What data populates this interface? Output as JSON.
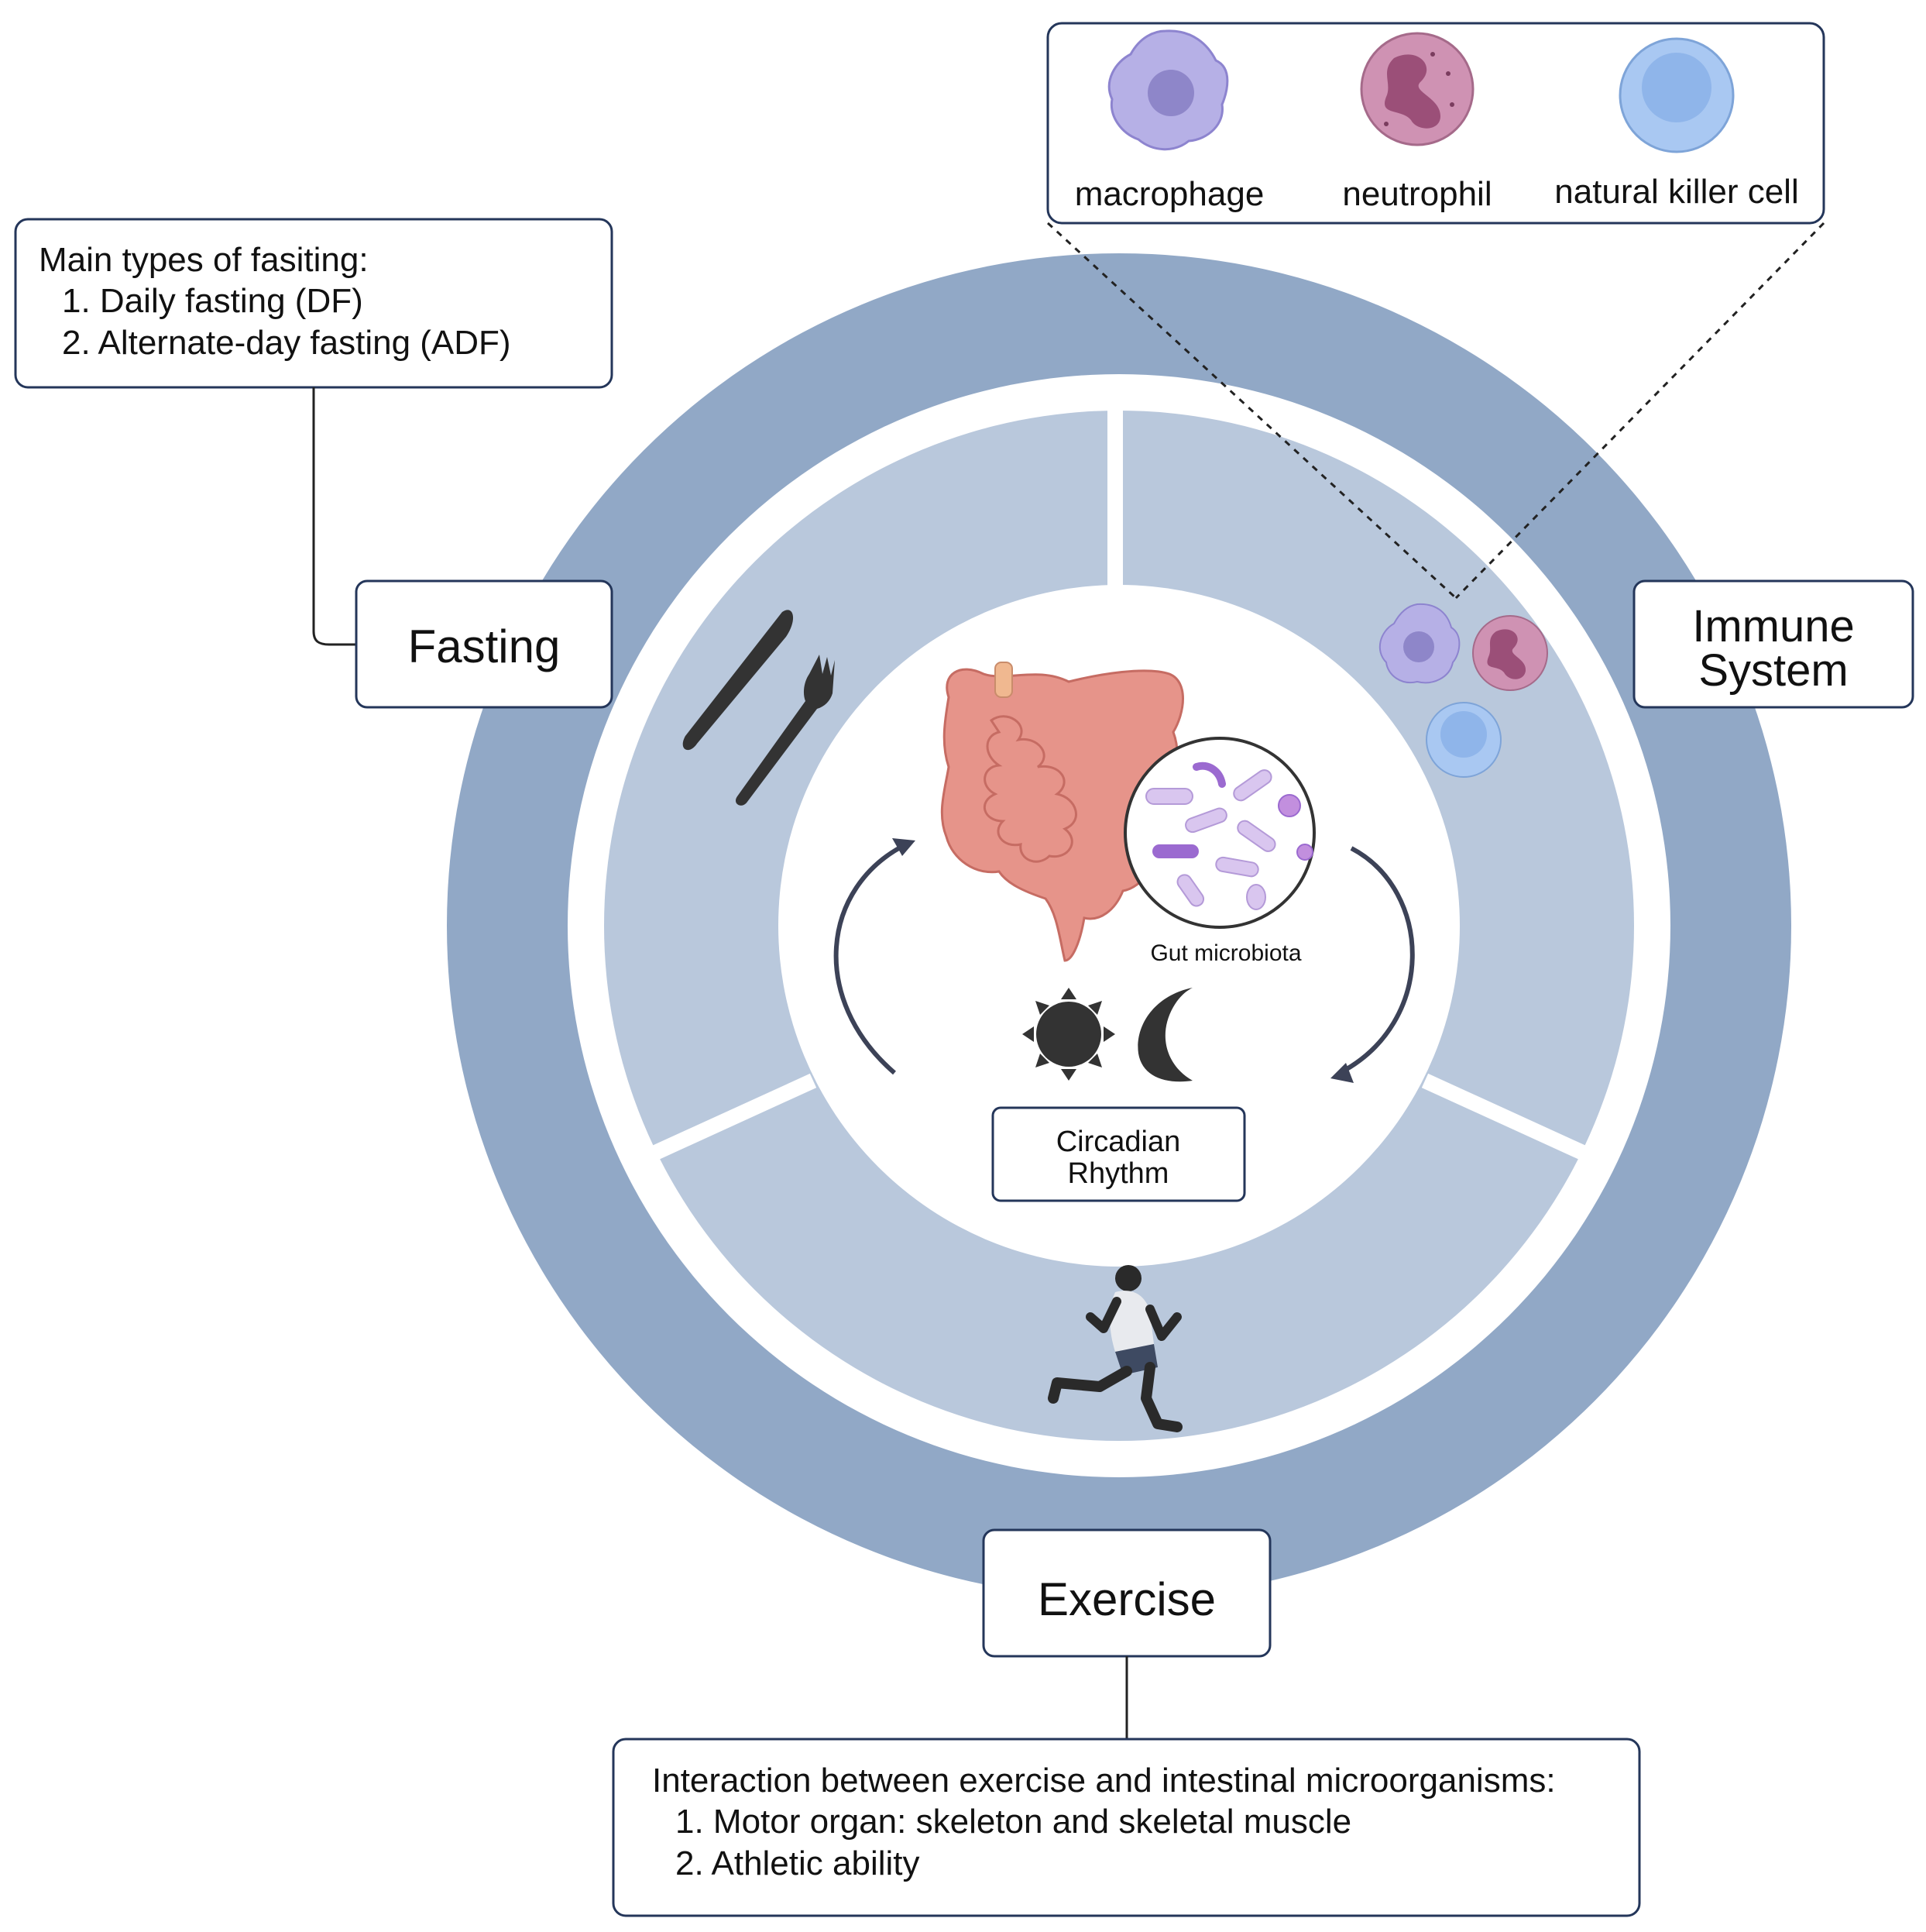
{
  "colors": {
    "outer_ring": "#91a8c6",
    "inner_ring": "#b9c8dc",
    "box_border": "#24365a",
    "macrophage": "#b6b0e6",
    "neutrophil": "#cf92b3",
    "nk_cell": "#a9c8f2",
    "intestine": "#e6948a",
    "icon_dark": "#333333"
  },
  "fasting_types": {
    "heading": "Main types of fasiting:",
    "items": [
      "1.  Daily fasting (DF)",
      "2.  Alternate-day fasting (ADF)"
    ]
  },
  "labels": {
    "fasting": "Fasting",
    "immune_line1": "Immune",
    "immune_line2": "System",
    "exercise": "Exercise",
    "gut_microbiota": "Gut microbiota",
    "circadian_line1": "Circadian",
    "circadian_line2": "Rhythm"
  },
  "cells": [
    "macrophage",
    "neutrophil",
    "natural killer cell"
  ],
  "exercise_interaction": {
    "heading": "Interaction between exercise and intestinal microorganisms:",
    "items": [
      "1.  Motor organ: skeleton and skeletal muscle",
      "2.  Athletic ability"
    ]
  },
  "icons": {
    "cutlery": "knife-fork-icon",
    "runner": "runner-icon",
    "sun": "sun-icon",
    "moon": "moon-icon",
    "intestine": "intestine-icon",
    "bacteria": "bacteria-icon"
  }
}
